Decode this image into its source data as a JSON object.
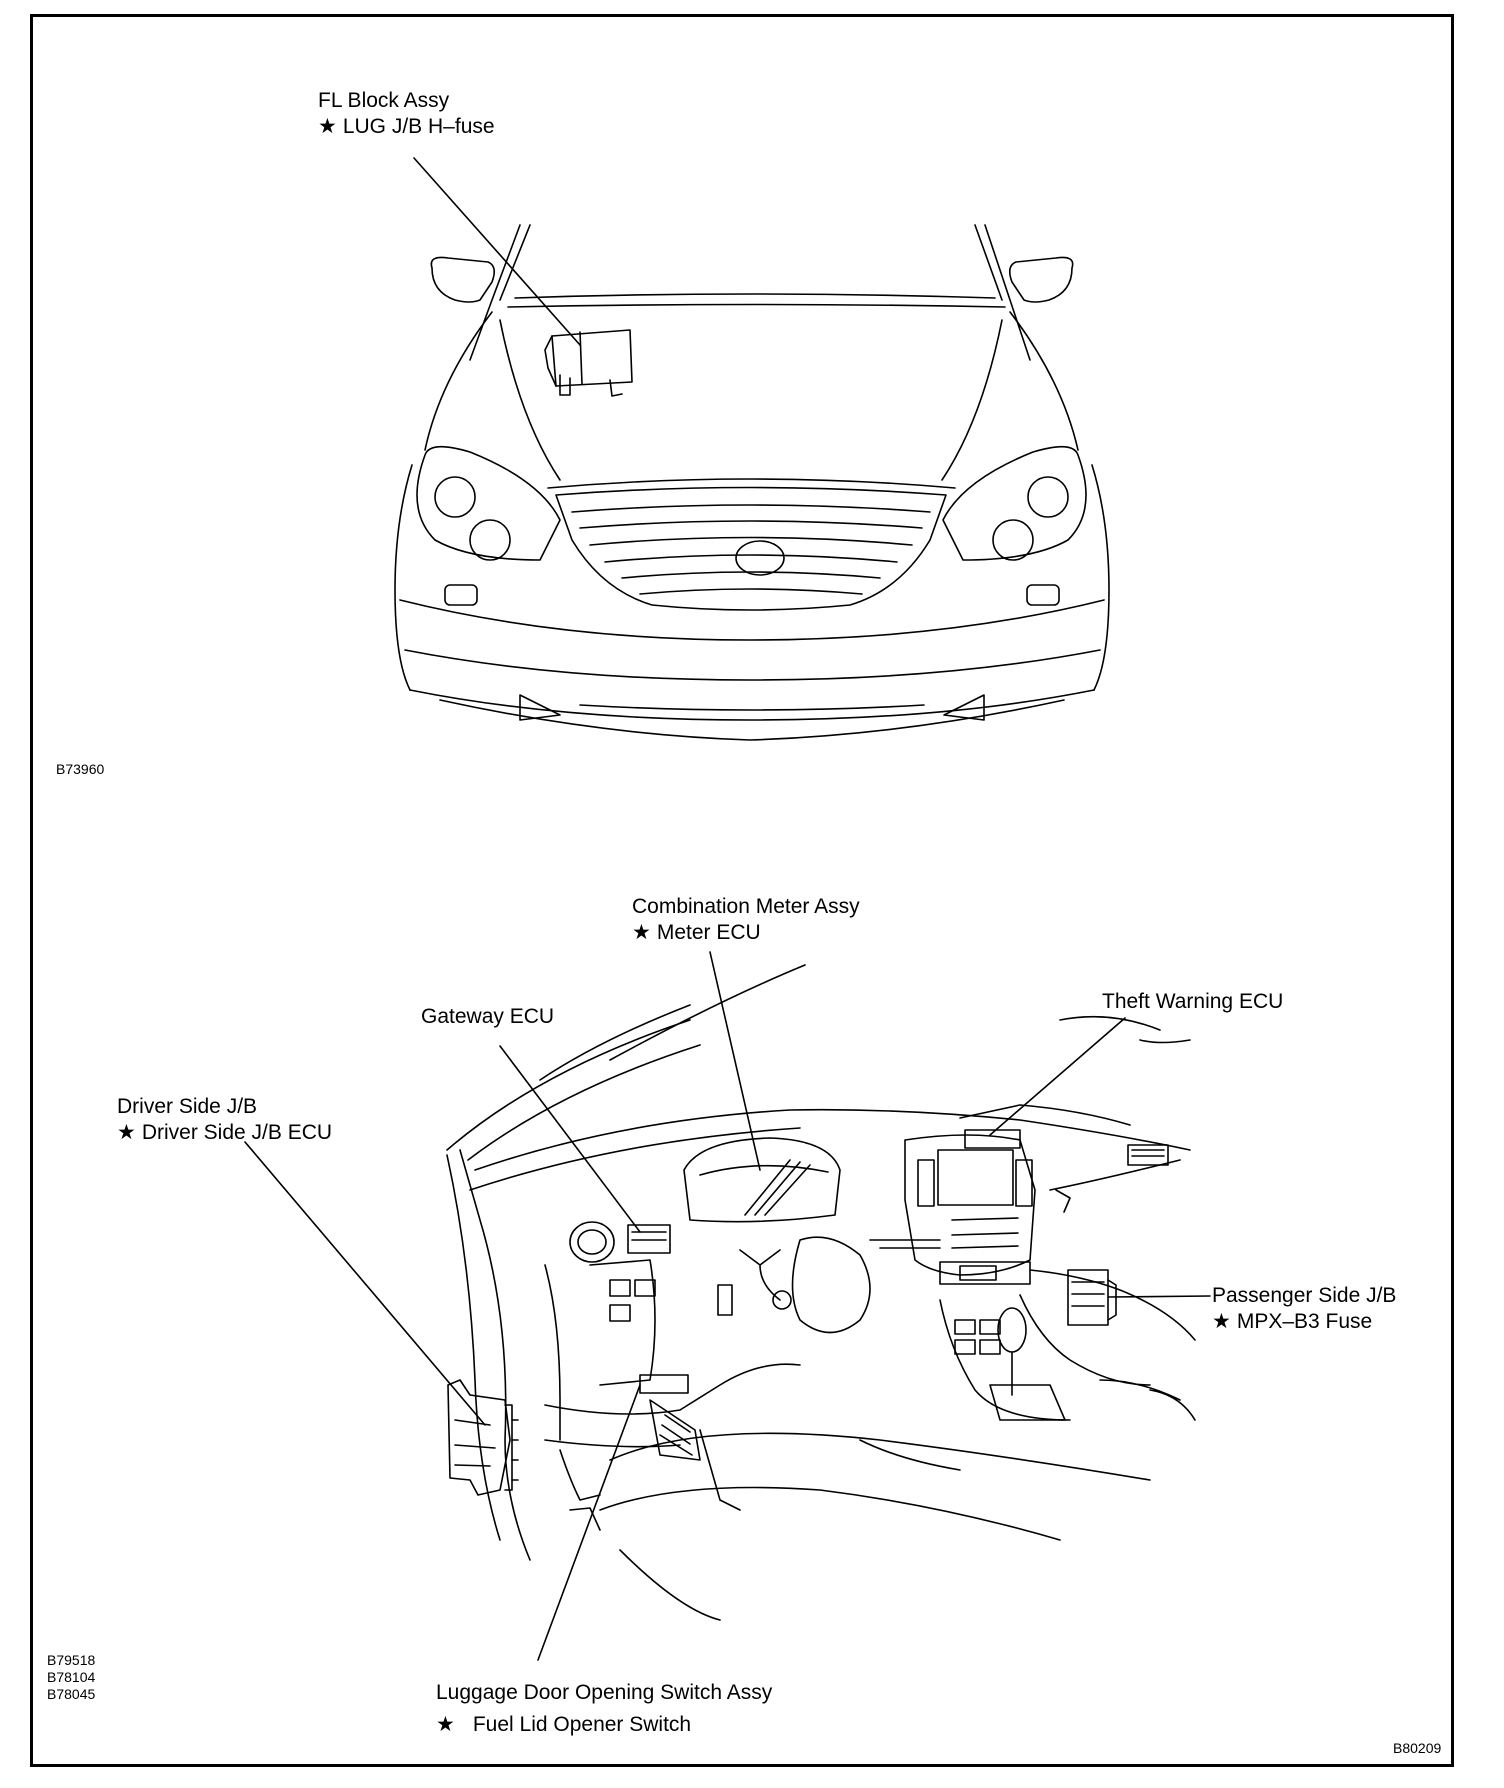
{
  "top_diagram": {
    "callouts": [
      {
        "title": "FL Block Assy",
        "sub": "LUG J/B H–fuse"
      }
    ],
    "codes": [
      "B73960"
    ]
  },
  "bottom_diagram": {
    "callouts": [
      {
        "title": "Combination Meter Assy",
        "sub": "Meter ECU"
      },
      {
        "title": "Gateway ECU"
      },
      {
        "title": "Theft Warning ECU"
      },
      {
        "title": "Driver Side J/B",
        "sub": "Driver Side J/B ECU"
      },
      {
        "title": "Passenger Side J/B",
        "sub": "MPX–B3 Fuse"
      },
      {
        "title": "Luggage Door Opening Switch Assy",
        "sub": "Fuel Lid Opener Switch"
      }
    ],
    "codes": [
      "B79518",
      "B78104",
      "B78045",
      "B80209"
    ]
  },
  "star_glyph": "★"
}
